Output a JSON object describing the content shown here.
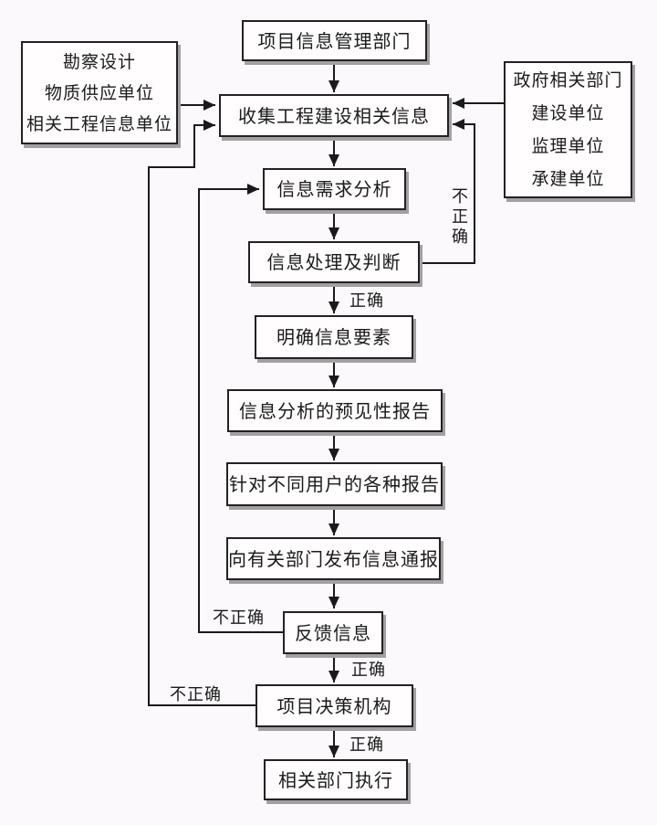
{
  "diagram": {
    "type": "flowchart",
    "language": "zh-CN",
    "colors": {
      "background": "#fbf9fb",
      "line": "#1a1a1a",
      "box_border": "#222222",
      "box_fill": "#fffdfe",
      "box_shadow": "#a2a0a2",
      "text": "#1a1a1a"
    },
    "nodes": {
      "dept": {
        "label": "项目信息管理部门"
      },
      "collect": {
        "label": "收集工程建设相关信息"
      },
      "sources_left": {
        "lines": [
          "勘察设计",
          "物质供应单位",
          "相关工程信息单位"
        ]
      },
      "sources_right": {
        "lines": [
          "政府相关部门",
          "建设单位",
          "监理单位",
          "承建单位"
        ]
      },
      "demand": {
        "label": "信息需求分析"
      },
      "process": {
        "label": "信息处理及判断"
      },
      "elements": {
        "label": "明确信息要素"
      },
      "forecast": {
        "label": "信息分析的预见性报告"
      },
      "reports": {
        "label": "针对不同用户的各种报告"
      },
      "notify": {
        "label": "向有关部门发布信息通报"
      },
      "feedback": {
        "label": "反馈信息"
      },
      "decision": {
        "label": "项目决策机构"
      },
      "execute": {
        "label": "相关部门执行"
      }
    },
    "edge_labels": {
      "correct": "正确",
      "incorrect": "不正确"
    },
    "edges": [
      {
        "from": "dept",
        "to": "collect",
        "label": ""
      },
      {
        "from": "sources_left",
        "to": "collect",
        "label": ""
      },
      {
        "from": "sources_right",
        "to": "collect",
        "label": ""
      },
      {
        "from": "collect",
        "to": "demand",
        "label": ""
      },
      {
        "from": "demand",
        "to": "process",
        "label": ""
      },
      {
        "from": "process",
        "to": "collect",
        "label": "不正确"
      },
      {
        "from": "process",
        "to": "elements",
        "label": "正确"
      },
      {
        "from": "elements",
        "to": "forecast",
        "label": ""
      },
      {
        "from": "forecast",
        "to": "reports",
        "label": ""
      },
      {
        "from": "reports",
        "to": "notify",
        "label": ""
      },
      {
        "from": "notify",
        "to": "feedback",
        "label": ""
      },
      {
        "from": "feedback",
        "to": "demand",
        "label": "不正确"
      },
      {
        "from": "feedback",
        "to": "decision",
        "label": "正确"
      },
      {
        "from": "decision",
        "to": "collect",
        "label": "不正确"
      },
      {
        "from": "decision",
        "to": "execute",
        "label": "正确"
      }
    ]
  }
}
